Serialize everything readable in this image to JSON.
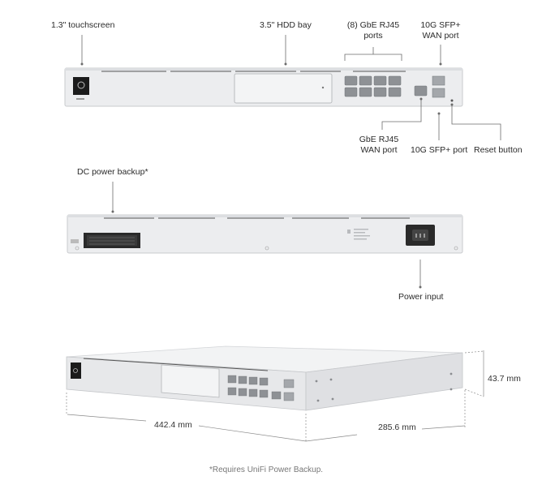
{
  "front_view": {
    "callouts": {
      "touchscreen": "1.3\" touchscreen",
      "hdd_bay": "3.5\" HDD bay",
      "rj45_ports_line1": "(8) GbE RJ45",
      "rj45_ports_line2": "ports",
      "sfp_wan_line1": "10G SFP+",
      "sfp_wan_line2": "WAN port",
      "gbe_wan_line1": "GbE RJ45",
      "gbe_wan_line2": "WAN port",
      "sfp_port": "10G SFP+ port",
      "reset_button": "Reset button"
    }
  },
  "rear_view": {
    "callouts": {
      "dc_backup": "DC power backup*",
      "power_input": "Power input"
    }
  },
  "dimensions": {
    "width": "442.4 mm",
    "depth": "285.6 mm",
    "height": "43.7 mm"
  },
  "footnote": "*Requires UniFi Power Backup.",
  "colors": {
    "chassis": "#e9eaec",
    "chassis_edge": "#c9cbce",
    "port": "#8c8f93",
    "leader_line": "#6b6b6b"
  }
}
